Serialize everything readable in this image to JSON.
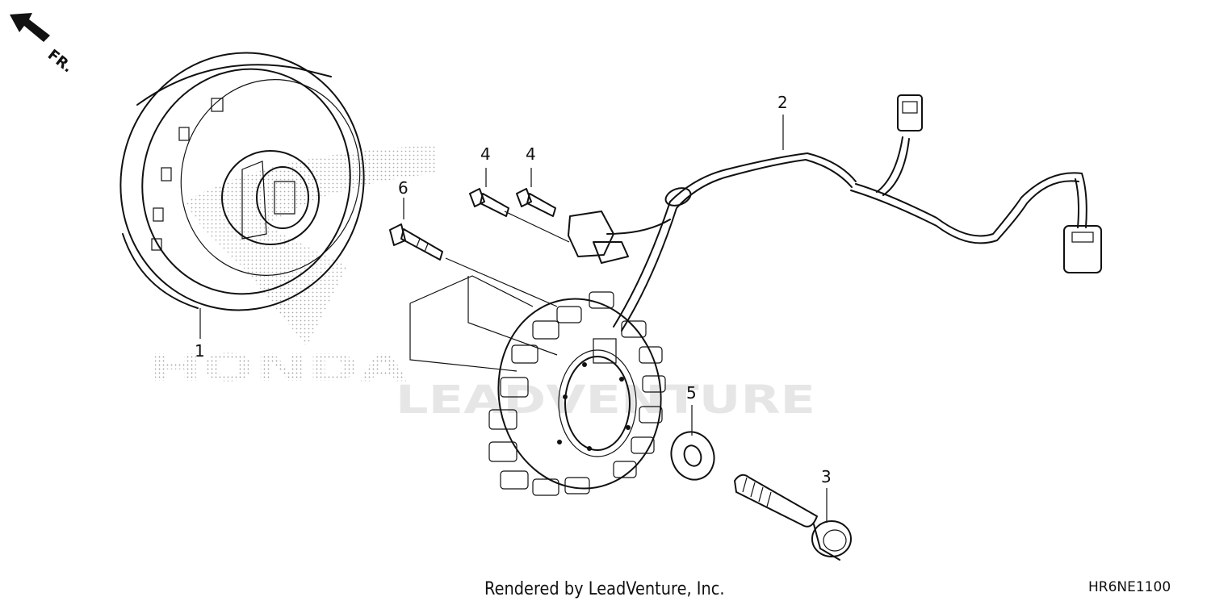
{
  "diagram": {
    "code": "HR6NE1100",
    "footer": "Rendered by LeadVenture, Inc.",
    "direction_label": "FR.",
    "watermark_brand": "HONDA",
    "watermark_text": "LEADVENTURE",
    "callouts": {
      "flywheel": "1",
      "wire_harness": "2",
      "flange_bolt_large": "3",
      "bolt_left": "4",
      "bolt_right": "4",
      "washer": "5",
      "stator_bolt": "6"
    }
  }
}
